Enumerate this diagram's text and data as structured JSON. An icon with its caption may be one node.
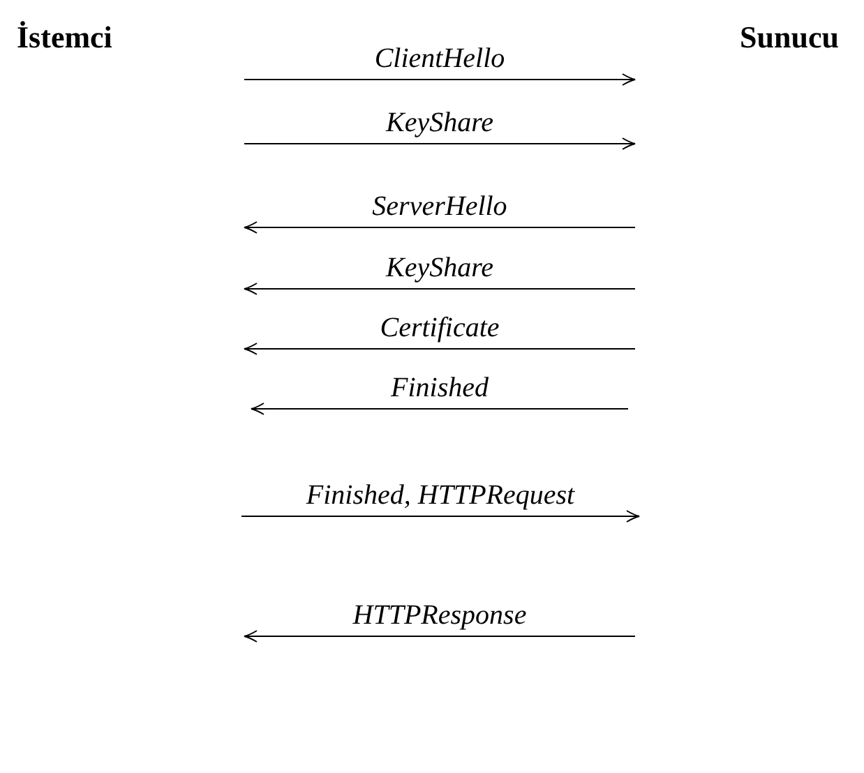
{
  "diagram": {
    "nodes": [
      {
        "text": [
          "İstemci"
        ]
      },
      {
        "text": [
          "Sunucu"
        ]
      }
    ],
    "labels": [
      "ClientHello",
      "KeyShare",
      "ServerHello",
      "KeyShare",
      "Certificate",
      "Finished",
      "Finished, HTTPRequest",
      "HTTPResponse"
    ]
  }
}
